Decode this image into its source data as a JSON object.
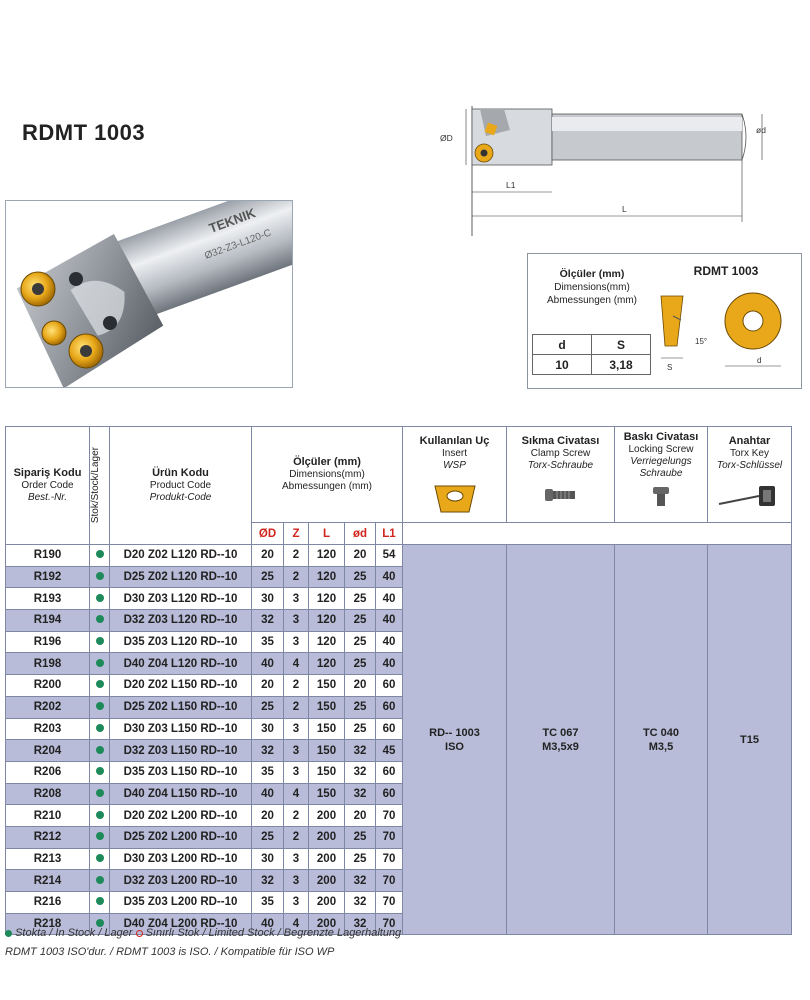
{
  "title": "RDMT 1003",
  "photo": {
    "engraving": "TEKNIK",
    "engraving2": "Ø32-Z3-L120-C"
  },
  "drawing": {
    "dia_D": "ØD",
    "dia_d": "ød",
    "len_L1": "L1",
    "len_L": "L"
  },
  "dimbox": {
    "label_tr": "Ölçüler (mm)",
    "label_en": "Dimensions(mm)",
    "label_de": "Abmessungen (mm)",
    "insert_title": "RDMT 1003",
    "head_d": "d",
    "head_s": "S",
    "val_d": "10",
    "val_s": "3,18",
    "angle": "15°",
    "lbl_s": "S",
    "lbl_d": "d"
  },
  "header": {
    "order_tr": "Sipariş Kodu",
    "order_en": "Order Code",
    "order_de": "Best.-Nr.",
    "stok": "Stok/Stock/Lager",
    "product_tr": "Ürün Kodu",
    "product_en": "Product Code",
    "product_de": "Produkt-Code",
    "dims_tr": "Ölçüler (mm)",
    "dims_en": "Dimensions(mm)",
    "dims_de": "Abmessungen (mm)",
    "insert_tr": "Kullanılan Uç",
    "insert_en": "Insert",
    "insert_de": "WSP",
    "clamp_tr": "Sıkma Civatası",
    "clamp_en": "Clamp Screw",
    "clamp_de": "Torx-Schraube",
    "lock_tr": "Baskı Civatası",
    "lock_en": "Locking Screw",
    "lock_de1": "Verriegelungs",
    "lock_de2": "Schraube",
    "key_tr": "Anahtar",
    "key_en": "Torx Key",
    "key_de": "Torx-Schlüssel",
    "col_D": "ØD",
    "col_Z": "Z",
    "col_L": "L",
    "col_d": "ød",
    "col_L1": "L1"
  },
  "merged": {
    "insert1": "RD-- 1003",
    "insert2": "ISO",
    "clamp1": "TC 067",
    "clamp2": "M3,5x9",
    "lock1": "TC 040",
    "lock2": "M3,5",
    "key": "T15"
  },
  "rows": [
    {
      "code": "R190",
      "product": "D20 Z02 L120 RD--10",
      "D": "20",
      "Z": "2",
      "L": "120",
      "d": "20",
      "L1": "54"
    },
    {
      "code": "R192",
      "product": "D25 Z02 L120 RD--10",
      "D": "25",
      "Z": "2",
      "L": "120",
      "d": "25",
      "L1": "40"
    },
    {
      "code": "R193",
      "product": "D30 Z03 L120 RD--10",
      "D": "30",
      "Z": "3",
      "L": "120",
      "d": "25",
      "L1": "40"
    },
    {
      "code": "R194",
      "product": "D32 Z03 L120 RD--10",
      "D": "32",
      "Z": "3",
      "L": "120",
      "d": "25",
      "L1": "40"
    },
    {
      "code": "R196",
      "product": "D35 Z03 L120 RD--10",
      "D": "35",
      "Z": "3",
      "L": "120",
      "d": "25",
      "L1": "40"
    },
    {
      "code": "R198",
      "product": "D40 Z04 L120 RD--10",
      "D": "40",
      "Z": "4",
      "L": "120",
      "d": "25",
      "L1": "40"
    },
    {
      "code": "R200",
      "product": "D20 Z02 L150 RD--10",
      "D": "20",
      "Z": "2",
      "L": "150",
      "d": "20",
      "L1": "60"
    },
    {
      "code": "R202",
      "product": "D25 Z02 L150 RD--10",
      "D": "25",
      "Z": "2",
      "L": "150",
      "d": "25",
      "L1": "60"
    },
    {
      "code": "R203",
      "product": "D30 Z03 L150 RD--10",
      "D": "30",
      "Z": "3",
      "L": "150",
      "d": "25",
      "L1": "60"
    },
    {
      "code": "R204",
      "product": "D32 Z03 L150 RD--10",
      "D": "32",
      "Z": "3",
      "L": "150",
      "d": "32",
      "L1": "45"
    },
    {
      "code": "R206",
      "product": "D35 Z03 L150 RD--10",
      "D": "35",
      "Z": "3",
      "L": "150",
      "d": "32",
      "L1": "60"
    },
    {
      "code": "R208",
      "product": "D40 Z04 L150 RD--10",
      "D": "40",
      "Z": "4",
      "L": "150",
      "d": "32",
      "L1": "60"
    },
    {
      "code": "R210",
      "product": "D20 Z02 L200 RD--10",
      "D": "20",
      "Z": "2",
      "L": "200",
      "d": "20",
      "L1": "70"
    },
    {
      "code": "R212",
      "product": "D25 Z02 L200 RD--10",
      "D": "25",
      "Z": "2",
      "L": "200",
      "d": "25",
      "L1": "70"
    },
    {
      "code": "R213",
      "product": "D30 Z03 L200 RD--10",
      "D": "30",
      "Z": "3",
      "L": "200",
      "d": "25",
      "L1": "70"
    },
    {
      "code": "R214",
      "product": "D32 Z03 L200 RD--10",
      "D": "32",
      "Z": "3",
      "L": "200",
      "d": "32",
      "L1": "70"
    },
    {
      "code": "R216",
      "product": "D35 Z03 L200 RD--10",
      "D": "35",
      "Z": "3",
      "L": "200",
      "d": "32",
      "L1": "70"
    },
    {
      "code": "R218",
      "product": "D40 Z04 L200 RD--10",
      "D": "40",
      "Z": "4",
      "L": "200",
      "d": "32",
      "L1": "70"
    }
  ],
  "legend": {
    "in_stock": "Stokta / In Stock / Lager",
    "limited": "Sınırlı Stok / Limited Stock / Begrenzte Lagerhaltung",
    "iso_note": "RDMT 1003 ISO'dur. / RDMT 1003 is ISO. / Kompatible für ISO WP"
  },
  "colors": {
    "row_stripe": "#b8bcd8",
    "stock_dot": "#1e8a5a",
    "dim_header": "#d0241c",
    "insert_gold": "#e8a81a"
  }
}
